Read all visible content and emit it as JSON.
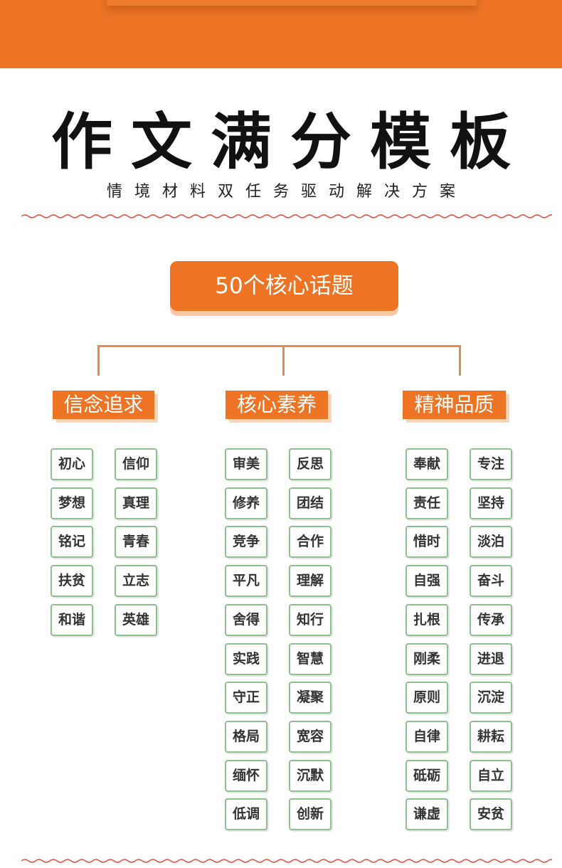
{
  "header": {
    "title": "作文满分模板",
    "subtitle": "情境材料双任务驱动解决方案"
  },
  "core_button": {
    "label": "50个核心话题"
  },
  "categories": [
    {
      "label": "信念追求",
      "columns": [
        [
          "初心",
          "梦想",
          "铭记",
          "扶贫",
          "和谐"
        ],
        [
          "信仰",
          "真理",
          "青春",
          "立志",
          "英雄"
        ]
      ]
    },
    {
      "label": "核心素养",
      "columns": [
        [
          "审美",
          "修养",
          "竞争",
          "平凡",
          "舍得",
          "实践",
          "守正",
          "格局",
          "缅怀",
          "低调"
        ],
        [
          "反思",
          "团结",
          "合作",
          "理解",
          "知行",
          "智慧",
          "凝聚",
          "宽容",
          "沉默",
          "创新"
        ]
      ]
    },
    {
      "label": "精神品质",
      "columns": [
        [
          "奉献",
          "责任",
          "惜时",
          "自强",
          "扎根",
          "刚柔",
          "原则",
          "自律",
          "砥砺",
          "谦虚"
        ],
        [
          "专注",
          "坚持",
          "淡泊",
          "奋斗",
          "传承",
          "进退",
          "沉淀",
          "耕耘",
          "自立",
          "安贫"
        ]
      ]
    }
  ],
  "colors": {
    "accent": "#ec7424",
    "tag_border": "#8dc08d",
    "wave": "#e05545"
  }
}
